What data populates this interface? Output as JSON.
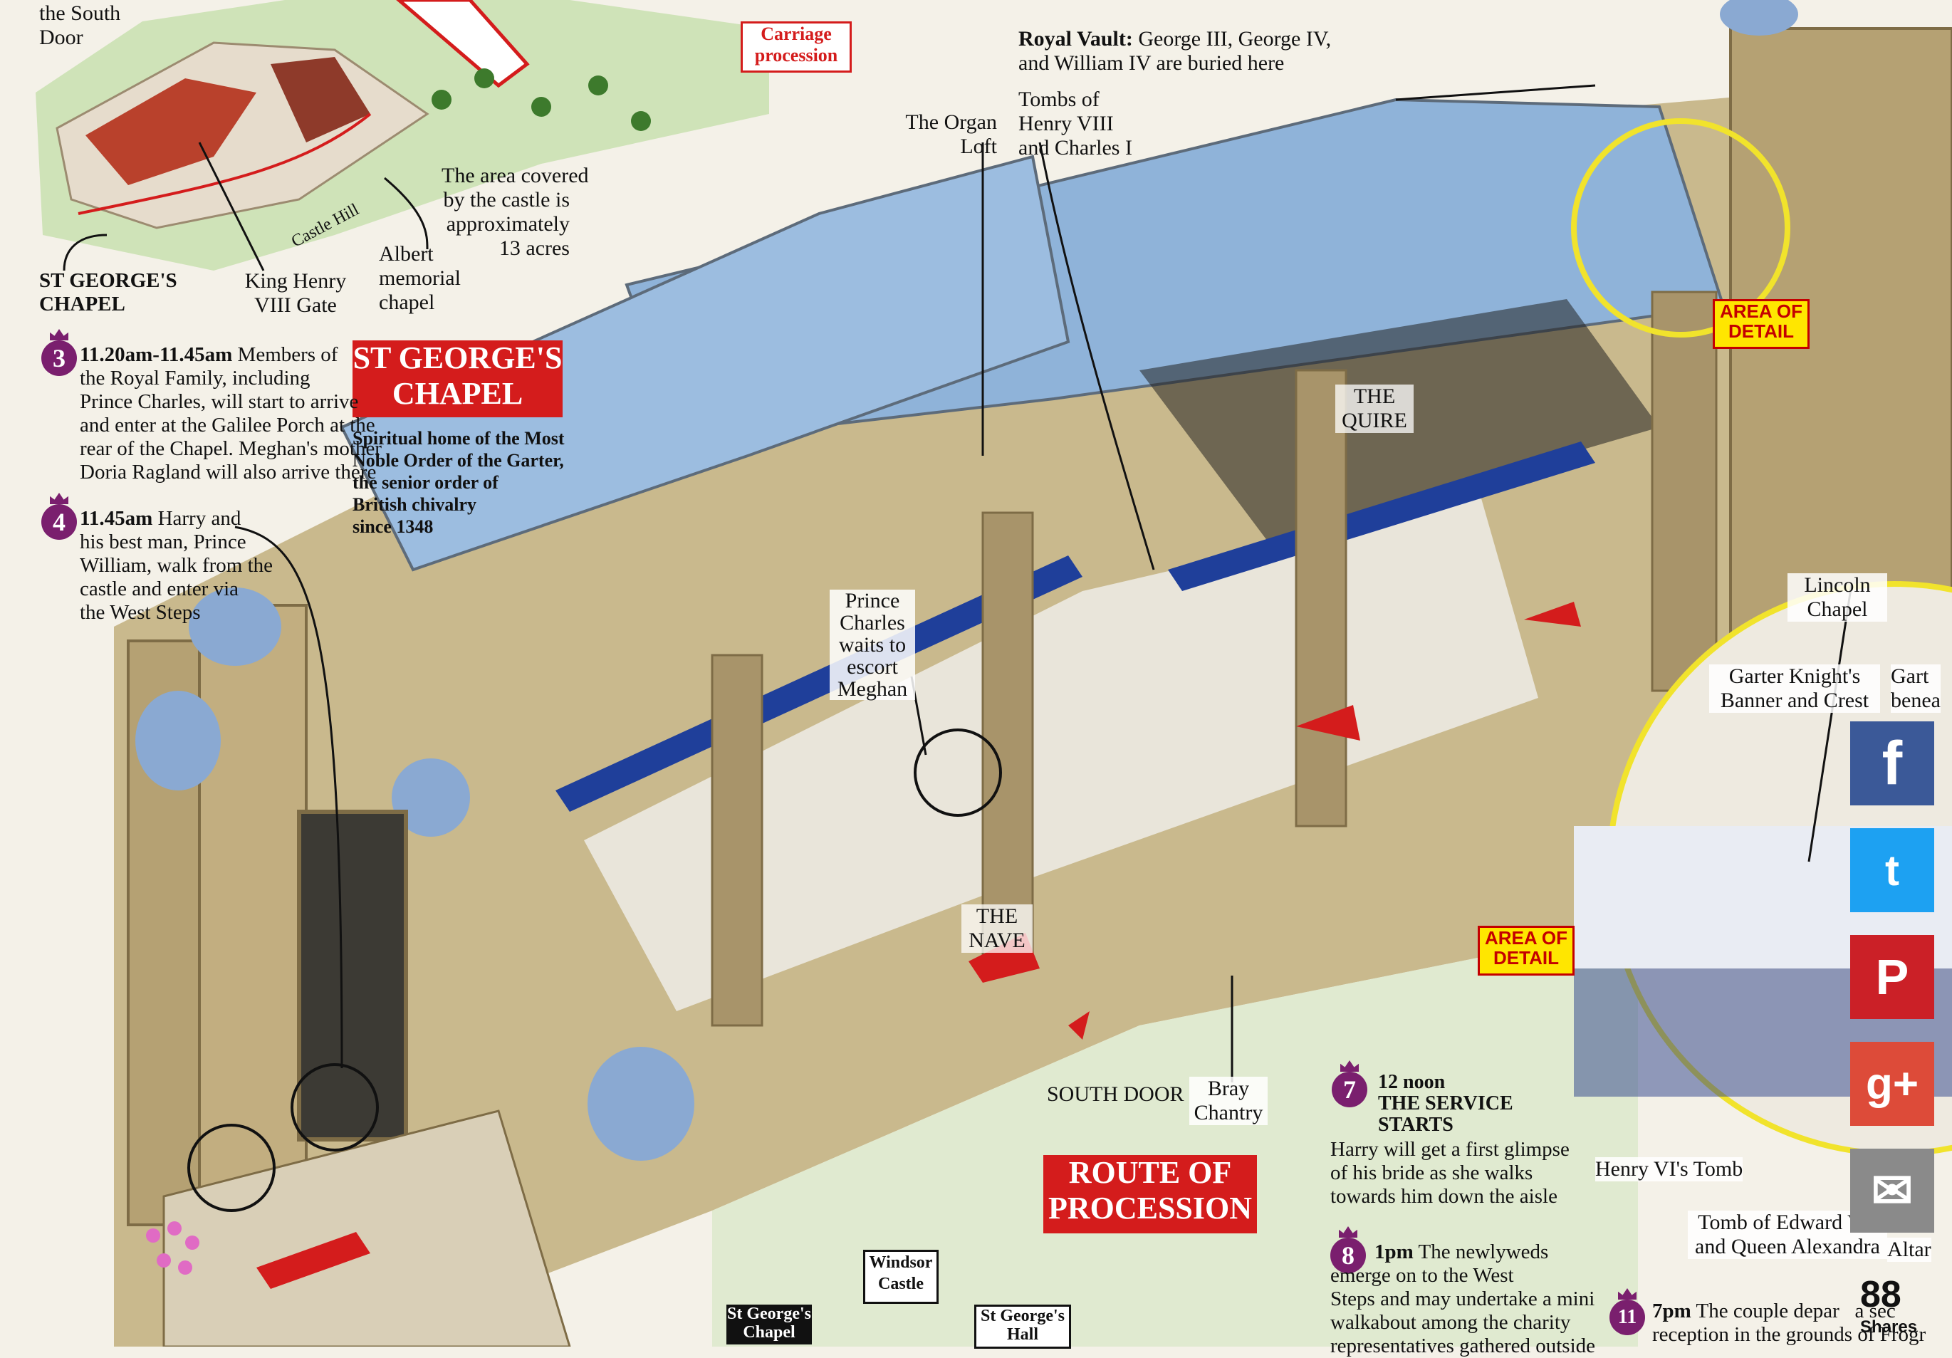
{
  "map_labels": {
    "south_door_top": "the South\nDoor",
    "carriage": "Carriage\nprocession",
    "st_georges_chapel_map": "ST GEORGE'S\nCHAPEL",
    "king_henry_gate": "King Henry\nVIII Gate",
    "albert_memorial": "Albert\nmemorial\nchapel",
    "castle_hill": "Castle Hill",
    "area_covered": "The area covered\nby the castle is\napproximately\n13 acres"
  },
  "chapel_labels": {
    "royal_vault_bold": "Royal Vault:",
    "royal_vault_text": " George III, George IV,\nand William IV are buried here",
    "tombs": "Tombs of\nHenry VIII\nand Charles I",
    "organ_loft": "The Organ\nLoft",
    "the_quire": "THE\nQUIRE",
    "the_nave": "THE\nNAVE",
    "prince_charles": "Prince\nCharles\nwaits to\nescort\nMeghan",
    "south_door": "SOUTH DOOR",
    "bray_chantry": "Bray\nChantry",
    "lincoln_chapel": "Lincoln\nChapel",
    "garter_knight": "Garter Knight's\nBanner and Crest",
    "garter_beneath": "Gart\nbenea",
    "henry_vi_tomb": "Henry VI's Tomb",
    "edward_vii": "Tomb of Edward VII\nand Queen Alexandra",
    "altar": "Altar",
    "area_of_detail_1": "AREA OF\nDETAIL",
    "area_of_detail_2": "AREA OF\nDETAIL"
  },
  "title_box": {
    "title": "ST GEORGE'S\nCHAPEL",
    "subtitle": "Spiritual home of the Most\nNoble Order of the Garter,\nthe senior order of\nBritish chivalry\nsince 1348"
  },
  "steps": [
    {
      "num": "3",
      "time": "11.20am-11.45am",
      "text": " Members of\nthe Royal Family, including\nPrince Charles, will start to arrive\nand enter at the Galilee Porch at the\nrear of the Chapel. Meghan's mother\nDoria Ragland will also arrive there"
    },
    {
      "num": "4",
      "time": "11.45am",
      "text": " Harry and\nhis best man, Prince\nWilliam, walk from the\ncastle and enter via\nthe West Steps"
    },
    {
      "num": "7",
      "time": "12 noon",
      "heading": "THE SERVICE\nSTARTS",
      "text": "Harry will get a first glimpse\nof his bride as she walks\ntowards him down the aisle"
    },
    {
      "num": "8",
      "time": "1pm",
      "text": " The newlyweds\nemerge on to the West\nSteps and may undertake a mini\nwalkabout among the charity\nrepresentatives gathered outside"
    },
    {
      "num": "11",
      "time": "7pm",
      "text": " The couple depar   a sec\nreception in the grounds of Frogr"
    }
  ],
  "route_box": {
    "title": "ROUTE OF\nPROCESSION",
    "windsor_castle": "Windsor\nCastle",
    "st_georges_chapel": "St George's\nChapel",
    "st_georges_hall": "St George's\nHall"
  },
  "social": {
    "facebook": "f",
    "twitter": "t",
    "pinterest": "P",
    "googleplus": "g+",
    "email": "✉",
    "share_count": "88",
    "share_label": "Shares"
  }
}
